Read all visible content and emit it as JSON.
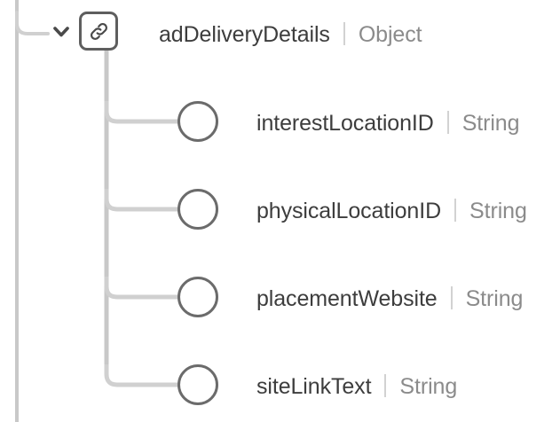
{
  "view": {
    "name": "schema-tree-view",
    "type": "object-schema-tree"
  },
  "colors": {
    "node_outline": "#5e5e5e",
    "circle_outline": "#6b6b6b",
    "connector_line": "#d0d0d0",
    "trunk_line": "#c8c8c8",
    "label_name": "#3d3d3d",
    "label_type": "#8b8b8b",
    "separator": "#d2d2d2",
    "background": "#ffffff"
  },
  "parent": {
    "name": "adDeliveryDetails",
    "type": "Object",
    "icon": "link-icon",
    "expanded": true,
    "chevron": "chevron-down-icon"
  },
  "children": [
    {
      "name": "interestLocationID",
      "type": "String",
      "icon": "circle-node-icon"
    },
    {
      "name": "physicalLocationID",
      "type": "String",
      "icon": "circle-node-icon"
    },
    {
      "name": "placementWebsite",
      "type": "String",
      "icon": "circle-node-icon"
    },
    {
      "name": "siteLinkText",
      "type": "String",
      "icon": "circle-node-icon"
    }
  ]
}
